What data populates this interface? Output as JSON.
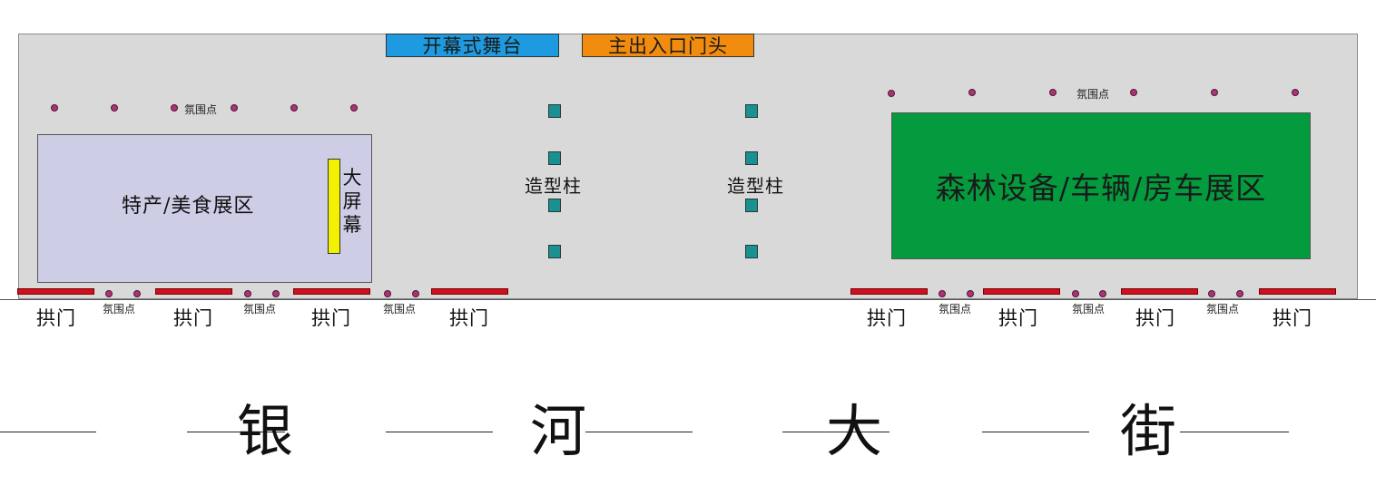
{
  "top_labels": {
    "stage": "开幕式舞台",
    "entrance": "主出入口门头"
  },
  "zones": {
    "food": "特产/美食展区",
    "forest": "森林设备/车辆/房车展区",
    "big_screen": "大屏幕"
  },
  "pillar_label": "造型柱",
  "arch_label": "拱门",
  "ambience_label": "氛围点",
  "road": {
    "chars": [
      "银",
      "河",
      "大",
      "街"
    ]
  },
  "colors": {
    "site": "#d9d9d9",
    "stage": "#1e9be0",
    "entrance": "#f28c0f",
    "food_zone": "#cdcde6",
    "forest_zone": "#049b3e",
    "screen": "#f2f200",
    "pillar": "#1a9090",
    "arch": "#d01020",
    "dot": "#b0307a"
  }
}
